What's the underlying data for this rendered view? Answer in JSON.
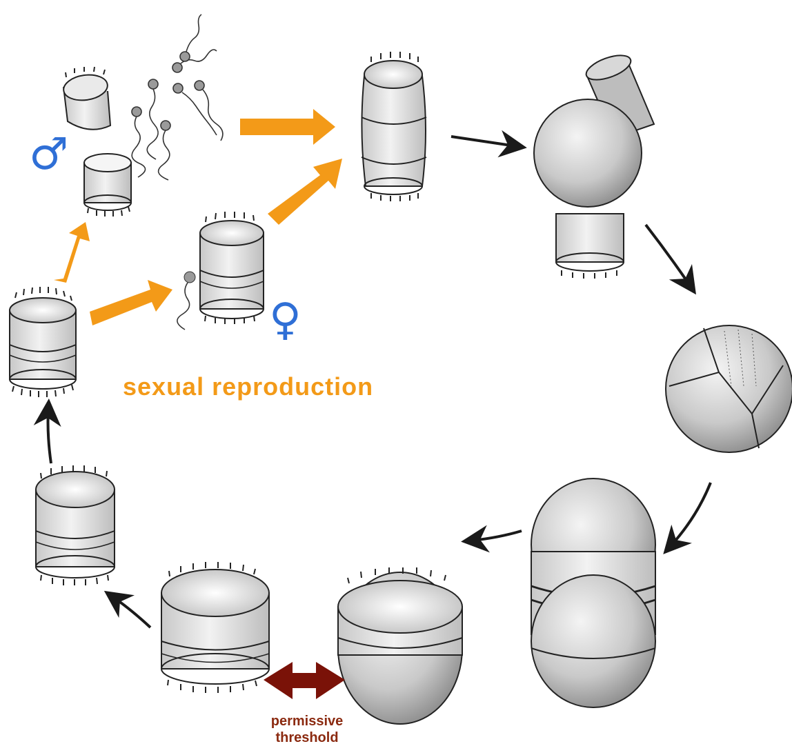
{
  "labels": {
    "sexual_reproduction": "sexual reproduction",
    "permissive_line1": "permissive",
    "permissive_line2": "threshold"
  },
  "symbols": {
    "male": "♂",
    "female": "♀"
  },
  "colors": {
    "sexual": "#f39a18",
    "threshold": "#7a1208",
    "threshold_label": "#8b2a10",
    "symbol": "#2f6fd6",
    "ink": "#1a1a1a"
  }
}
